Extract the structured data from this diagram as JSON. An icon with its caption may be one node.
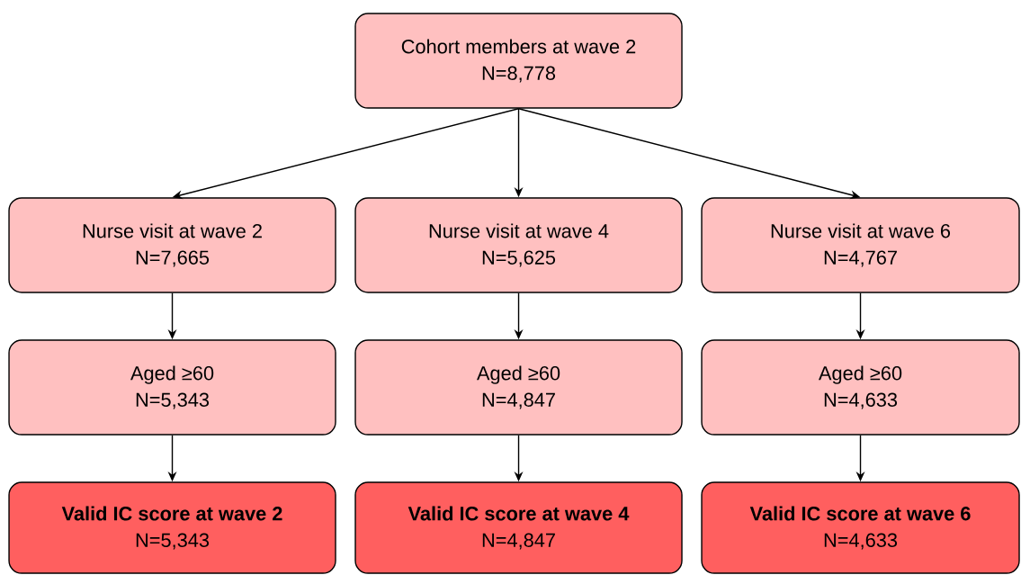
{
  "diagram": {
    "nodes": [
      {
        "text": [
          "Cohort members at wave 2",
          "N=8,778"
        ]
      },
      {
        "text": [
          "Nurse visit at wave 2",
          "N=7,665"
        ]
      },
      {
        "text": [
          "Nurse visit at wave 4",
          "N=5,625"
        ]
      },
      {
        "text": [
          "Nurse visit at wave 6",
          "N=4,767"
        ]
      },
      {
        "text": [
          "Aged ≥60",
          "N=5,343"
        ]
      },
      {
        "text": [
          "Aged ≥60",
          "N=4,847"
        ]
      },
      {
        "text": [
          "Aged ≥60",
          "N=4,633"
        ]
      },
      {
        "text": [
          "Valid IC score at wave 2",
          "N=5,343"
        ]
      },
      {
        "text": [
          "Valid IC score at wave 4",
          "N=4,847"
        ]
      },
      {
        "text": [
          "Valid IC score at wave 6",
          "N=4,633"
        ]
      }
    ],
    "edges": [
      {
        "from": 0,
        "to": 1,
        "arrow": "to"
      },
      {
        "from": 0,
        "to": 2,
        "arrow": "to"
      },
      {
        "from": 0,
        "to": 3,
        "arrow": "to"
      },
      {
        "from": 1,
        "to": 4,
        "arrow": "to"
      },
      {
        "from": 2,
        "to": 5,
        "arrow": "to"
      },
      {
        "from": 3,
        "to": 6,
        "arrow": "to"
      },
      {
        "from": 4,
        "to": 7,
        "arrow": "to"
      },
      {
        "from": 5,
        "to": 8,
        "arrow": "to"
      },
      {
        "from": 6,
        "to": 9,
        "arrow": "to"
      }
    ]
  }
}
